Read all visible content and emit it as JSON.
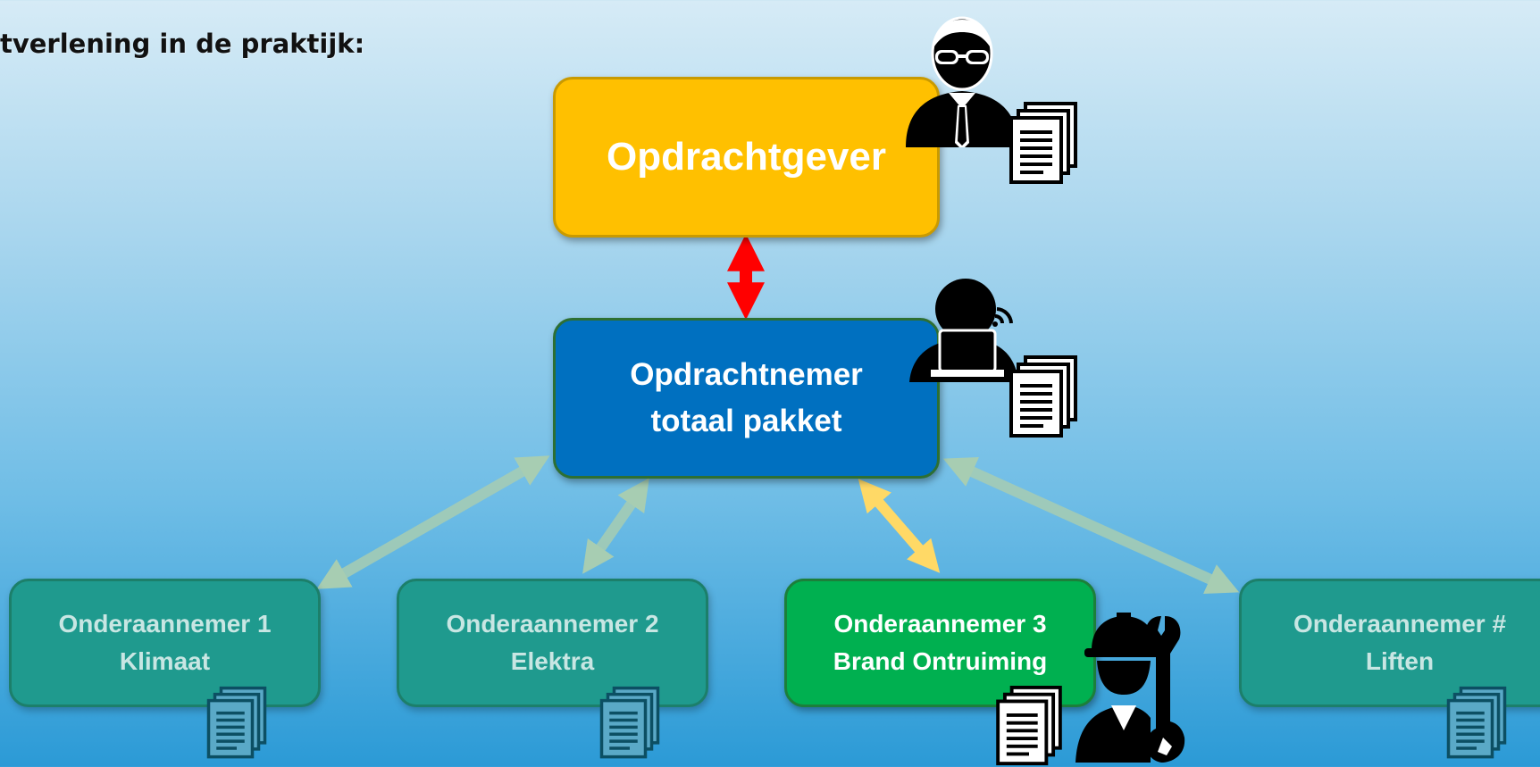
{
  "heading": "tverlening in de praktijk:",
  "nodes": {
    "client": {
      "label": "Opdrachtgever",
      "color": "#ffc000"
    },
    "main_contractor": {
      "line1": "Opdrachtnemer",
      "line2": "totaal pakket",
      "color": "#0070c0"
    },
    "subcontractors": [
      {
        "line1": "Onderaannemer 1",
        "line2": "Klimaat",
        "color": "#1f9a8e"
      },
      {
        "line1": "Onderaannemer 2",
        "line2": "Elektra",
        "color": "#1f9a8e"
      },
      {
        "line1": "Onderaannemer 3",
        "line2": "Brand Ontruiming",
        "color": "#00b050",
        "highlighted": true
      },
      {
        "line1": "Onderaannemer #",
        "line2": "Liften",
        "color": "#1f9a8e"
      }
    ]
  },
  "connectors": [
    {
      "from": "client",
      "to": "main_contractor",
      "color": "#ff0000"
    },
    {
      "from": "main_contractor",
      "to": "subcontractor-1",
      "color": "#9cc7b0"
    },
    {
      "from": "main_contractor",
      "to": "subcontractor-2",
      "color": "#9cc7b0"
    },
    {
      "from": "main_contractor",
      "to": "subcontractor-3",
      "color": "#ffd966"
    },
    {
      "from": "main_contractor",
      "to": "subcontractor-4",
      "color": "#9cc7b0"
    }
  ],
  "icons": [
    "businessman-icon",
    "document-stack-icon",
    "person-laptop-icon",
    "worker-wrench-icon"
  ]
}
